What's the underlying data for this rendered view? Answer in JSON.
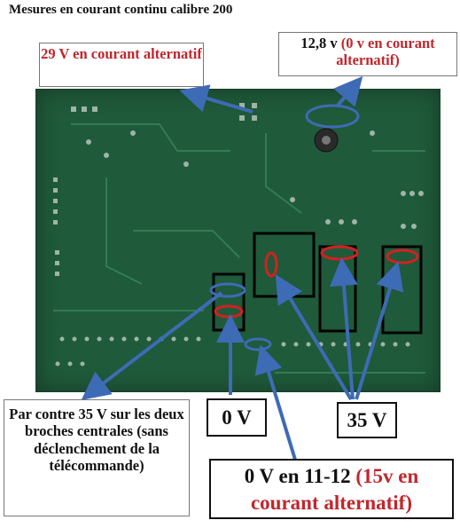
{
  "title": "Mesures en courant continu calibre 200",
  "callouts": {
    "top_left": "29 V en courant alternatif",
    "top_right_black": "12,8 v ",
    "top_right_red": "(0 v en courant alternatif)",
    "bottom_left": "Par contre 35 V sur les deux broches centrales (sans déclenchement de la télécommande)",
    "zero_v": "0 V",
    "thirty_five_v": "35 V",
    "bottom_center_black": "0 V en 11-12 ",
    "bottom_center_red": "(15v en courant alternatif)"
  },
  "colors": {
    "pcb": "#1f5a3a",
    "arrow": "#3e6bb5",
    "marker": "#d42020",
    "text_red": "#c0262c"
  }
}
